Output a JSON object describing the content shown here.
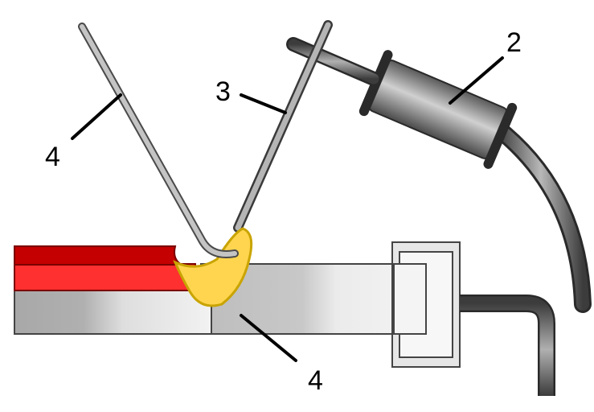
{
  "callouts": [
    {
      "id": "filler-rod",
      "label": "4"
    },
    {
      "id": "electrode",
      "label": "3"
    },
    {
      "id": "torch-handle",
      "label": "2"
    },
    {
      "id": "workpiece",
      "label": "4"
    }
  ],
  "colors": {
    "workpiece_dark_red": "#c40000",
    "workpiece_red": "#ff3030",
    "workpiece_grey": "#a8a8a8",
    "weld_pool": "#ffd54f",
    "weld_pool_outline": "#c9a400",
    "rod_grey": "#9a9a9a",
    "handle_dark": "#3a3a3a"
  }
}
